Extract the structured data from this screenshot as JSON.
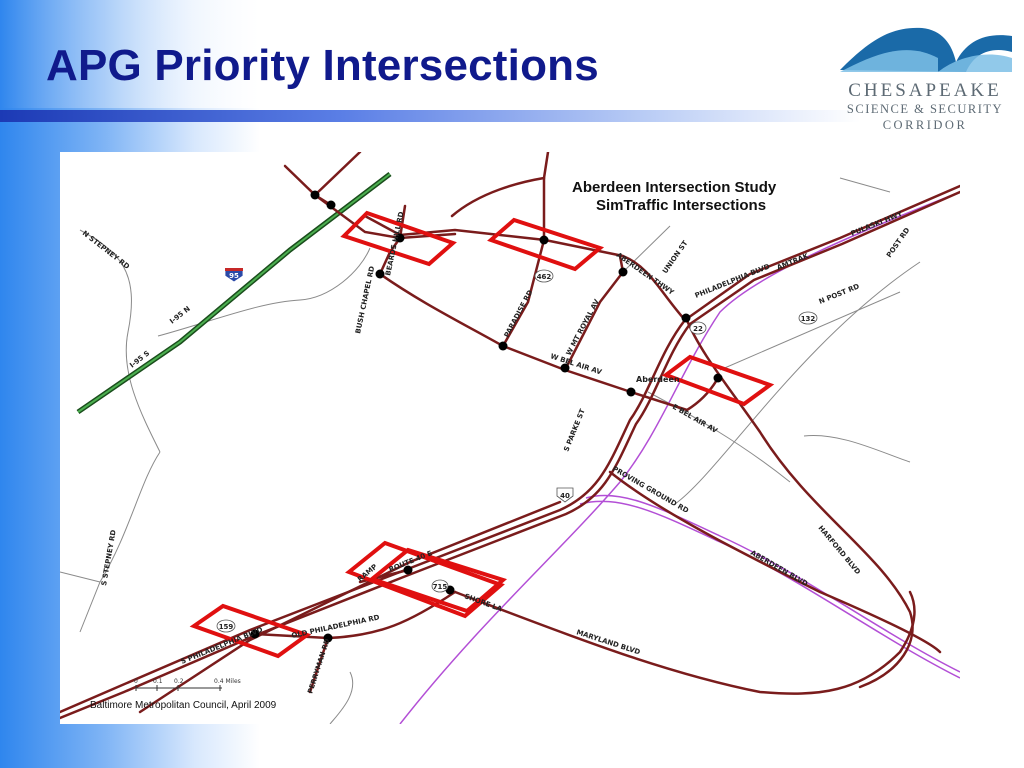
{
  "slide": {
    "title": "APG Priority Intersections"
  },
  "logo": {
    "name": "CHESAPEAKE",
    "line2": "SCIENCE & SECURITY",
    "line3": "CORRIDOR",
    "colors": {
      "wave": "#1a6aa8",
      "wave_light": "#7ec0e6",
      "text": "#5d6a74"
    }
  },
  "map": {
    "title_line1": "Aberdeen Intersection Study",
    "title_line2": "SimTraffic Intersections",
    "source": "Baltimore Metropolitan Council, April 2009",
    "scale": {
      "labels": [
        "0",
        "0.1",
        "0.2",
        "0.4 Miles"
      ]
    },
    "place_label": "Aberdeen",
    "shields": {
      "i95": "95",
      "r462": "462",
      "r22": "22",
      "r132": "132",
      "r40": "40",
      "r159": "159",
      "r715": "715"
    },
    "road_labels": {
      "n_stepney": "N STEPNEY RD",
      "i95_n": "I-95 N",
      "i95_s": "I-95 S",
      "bush_chapel": "BUSH CHAPEL RD",
      "beards_hill": "BEARDS HILL RD",
      "paradise": "PARADISE RD",
      "w_mt_royal": "W MT ROYAL AV",
      "w_bel_air": "W BEL AIR AV",
      "aberdeen_thwy": "ABERDEEN THWY",
      "union_st": "UNION ST",
      "philadelphia_blvd": "PHILADELPHIA BLVD",
      "amtrak": "AMTRAK",
      "pulaski_hwy": "PULASKI HWY",
      "post_rd": "POST RD",
      "n_post_rd": "N POST RD",
      "e_bel_air": "E BEL AIR AV",
      "s_parke": "S PARKE ST",
      "proving_ground": "PROVING GROUND RD",
      "aberdeen_blvd": "ABERDEEN BLVD",
      "harford_blvd": "HARFORD BLVD",
      "s_stepney": "S STEPNEY RD",
      "route40": "ROUTE 40 E",
      "ramp": "RAMP",
      "shore_la": "SHORE LA",
      "old_philadelphia": "OLD PHILADELPHIA RD",
      "s_philadelphia": "S PHILADELPHIA BLVD",
      "perryman": "PERRYMAN RD",
      "maryland_blvd": "MARYLAND BLVD"
    },
    "colors": {
      "major_road": "#7a1c1c",
      "interstate": "#2e7d32",
      "minor_road": "#8a8a8a",
      "railroad": "#b34fd6",
      "priority_box": "#e01010",
      "node": "#000000"
    },
    "priority_intersection_count": 6
  }
}
